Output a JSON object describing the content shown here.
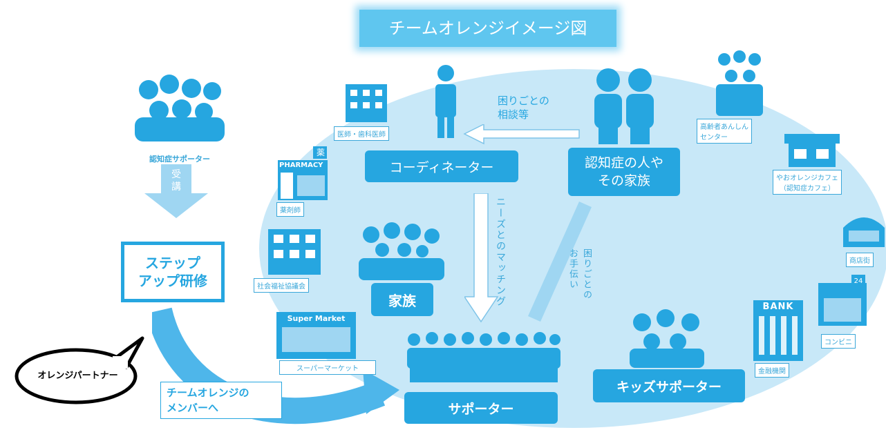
{
  "title": "チームオレンジイメージ図",
  "left": {
    "supporter_label": "認知症サポーター",
    "arrow_label": "受講",
    "stepup": "ステップ\nアップ研修",
    "bubble": "オレンジパートナー",
    "to_member": "チームオレンジの\nメンバーへ"
  },
  "center": {
    "coordinator": "コーディネーター",
    "person_family": "認知症の人や\nその家族",
    "consult": "困りごとの\n相談等",
    "matching": "ニーズとのマッチング",
    "help": "困りごとの\nお手伝い",
    "family": "家族",
    "supporter": "サポーター",
    "kids": "キッズサポーター"
  },
  "places": {
    "doctor": "医師・歯科医師",
    "pharmacy": "薬剤師",
    "pharmacy_sign": "PHARMACY",
    "pharmacy_kanji": "薬",
    "social": "社会福祉協議会",
    "supermarket_sign": "Super Market",
    "supermarket": "スーパーマーケット",
    "elder_center": "高齢者あんしん\nセンター",
    "cafe": "やおオレンジカフェ\n（認知症カフェ）",
    "shopping": "商店街",
    "conveni": "コンビニ",
    "conveni_sign": "24",
    "bank_sign": "BANK",
    "bank": "金融機関"
  },
  "colors": {
    "main": "#26a6e0",
    "light": "#c8e8f8",
    "title": "#5fc6ef"
  }
}
